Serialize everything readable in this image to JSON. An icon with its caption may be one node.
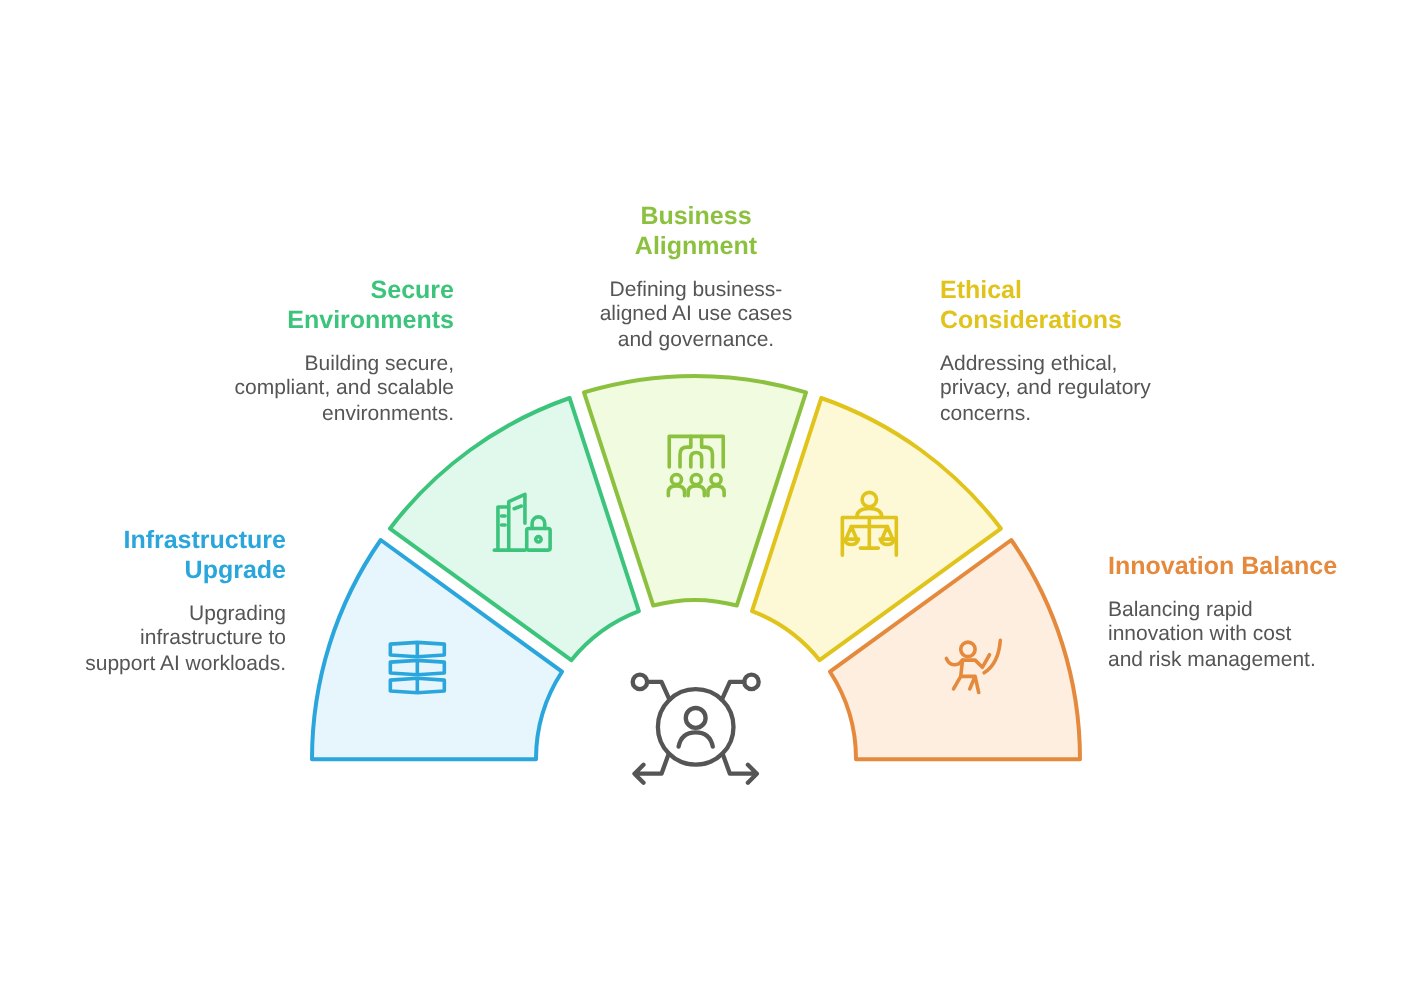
{
  "diagram": {
    "nodes": [
      {
        "text": [
          "Infrastructure Upgrade",
          "Upgrading infrastructure to support AI workloads."
        ]
      },
      {
        "text": [
          "Secure Environments",
          "Building secure, compliant, and scalable environments."
        ]
      },
      {
        "text": [
          "Business Alignment",
          "Defining business-aligned AI use cases and governance."
        ]
      },
      {
        "text": [
          "Ethical Considerations",
          "Addressing ethical, privacy, and regulatory concerns."
        ]
      },
      {
        "text": [
          "Innovation Balance",
          "Balancing rapid innovation with cost and risk management."
        ]
      }
    ]
  }
}
